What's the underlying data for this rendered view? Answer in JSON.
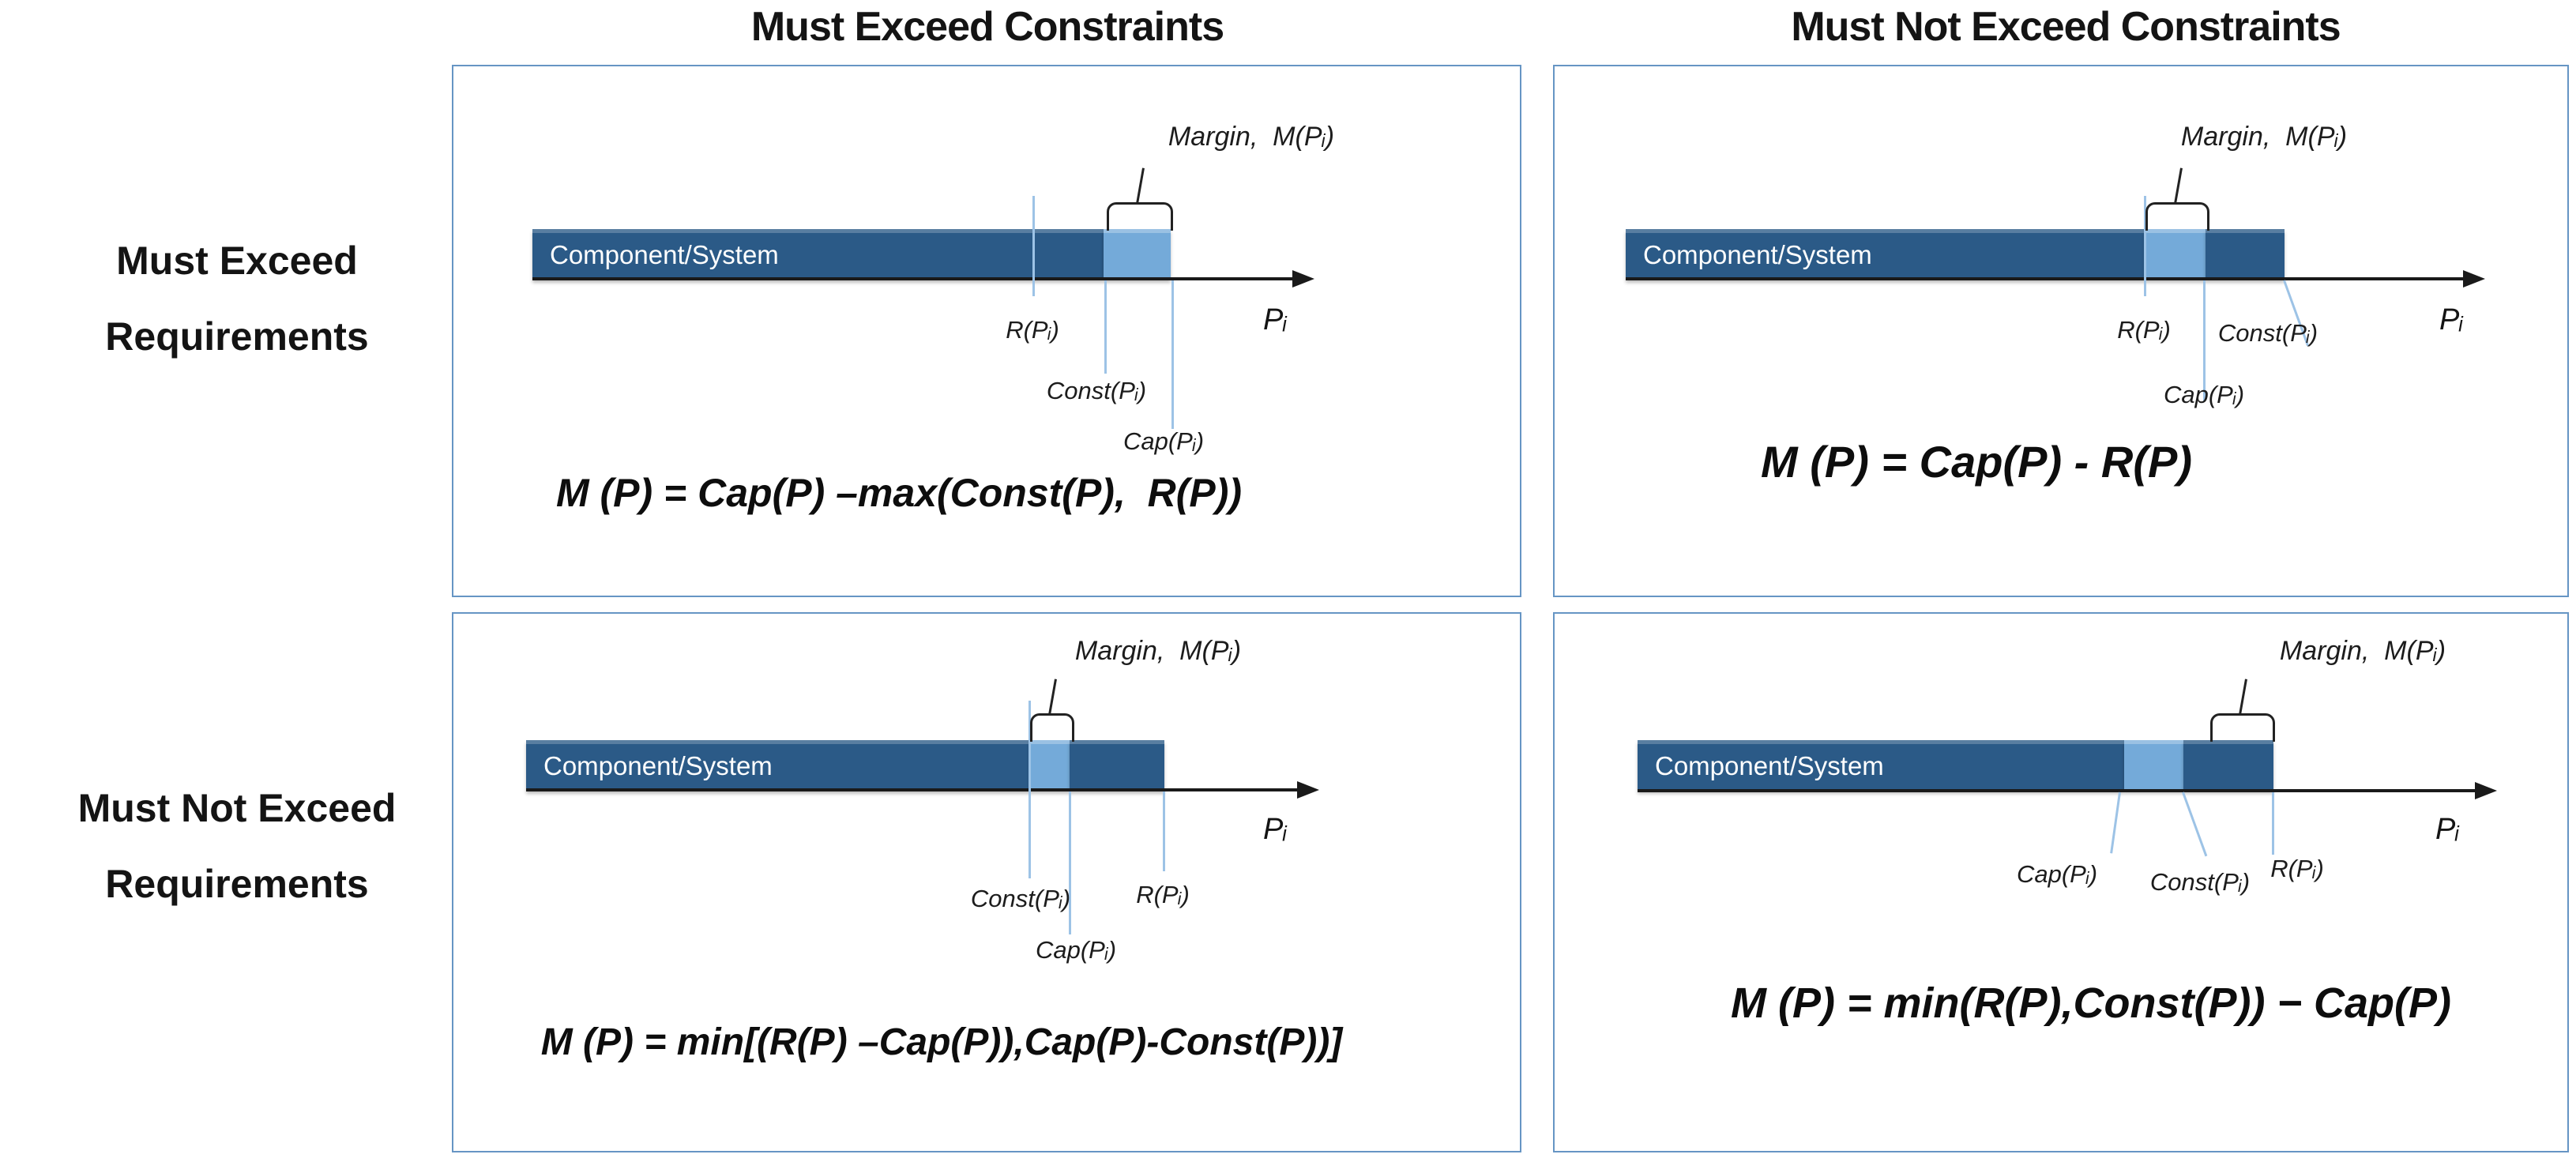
{
  "colors": {
    "bar_dark": "#2b5a87",
    "bar_light": "#74aad9",
    "leader_blue": "#9dc3e6",
    "box_border": "#6695c4",
    "axis_black": "#1a1a1a",
    "text": "#141414"
  },
  "column_headers": {
    "left": "Must Exceed Constraints",
    "right": "Must Not Exceed Constraints"
  },
  "row_headers": {
    "top": "Must Exceed\nRequirements",
    "bottom": "Must Not Exceed\nRequirements"
  },
  "quadrants": [
    {
      "id": "top-left",
      "row": "Must Exceed Requirements",
      "column": "Must Exceed Constraints",
      "bar_label": "Component/System",
      "margin_label": "Margin,  M(Pᵢ)",
      "axis_label": "Pᵢ",
      "labels": {
        "r": "R(Pᵢ)",
        "const": "Const(Pᵢ)",
        "cap": "Cap(Pᵢ)"
      },
      "formula": "M (P) = Cap(P) –max(Const(P),  R(P))"
    },
    {
      "id": "top-right",
      "row": "Must Exceed Requirements",
      "column": "Must Not Exceed Constraints",
      "bar_label": "Component/System",
      "margin_label": "Margin,  M(Pᵢ)",
      "axis_label": "Pᵢ",
      "labels": {
        "r": "R(Pᵢ)",
        "const": "Const(Pᵢ)",
        "cap": "Cap(Pᵢ)"
      },
      "formula": "M (P) = Cap(P) - R(P)"
    },
    {
      "id": "bottom-left",
      "row": "Must Not Exceed Requirements",
      "column": "Must Exceed Constraints",
      "bar_label": "Component/System",
      "margin_label": "Margin,  M(Pᵢ)",
      "axis_label": "Pᵢ",
      "labels": {
        "r": "R(Pᵢ)",
        "const": "Const(Pᵢ)",
        "cap": "Cap(Pᵢ)"
      },
      "formula": "M (P) = min[(R(P) –Cap(P)),Cap(P)-Const(P))]"
    },
    {
      "id": "bottom-right",
      "row": "Must Not Exceed Requirements",
      "column": "Must Not Exceed Constraints",
      "bar_label": "Component/System",
      "margin_label": "Margin,  M(Pᵢ)",
      "axis_label": "Pᵢ",
      "labels": {
        "r": "R(Pᵢ)",
        "const": "Const(Pᵢ)",
        "cap": "Cap(Pᵢ)"
      },
      "formula": "M (P) = min(R(P),Const(P)) − Cap(P)"
    }
  ]
}
